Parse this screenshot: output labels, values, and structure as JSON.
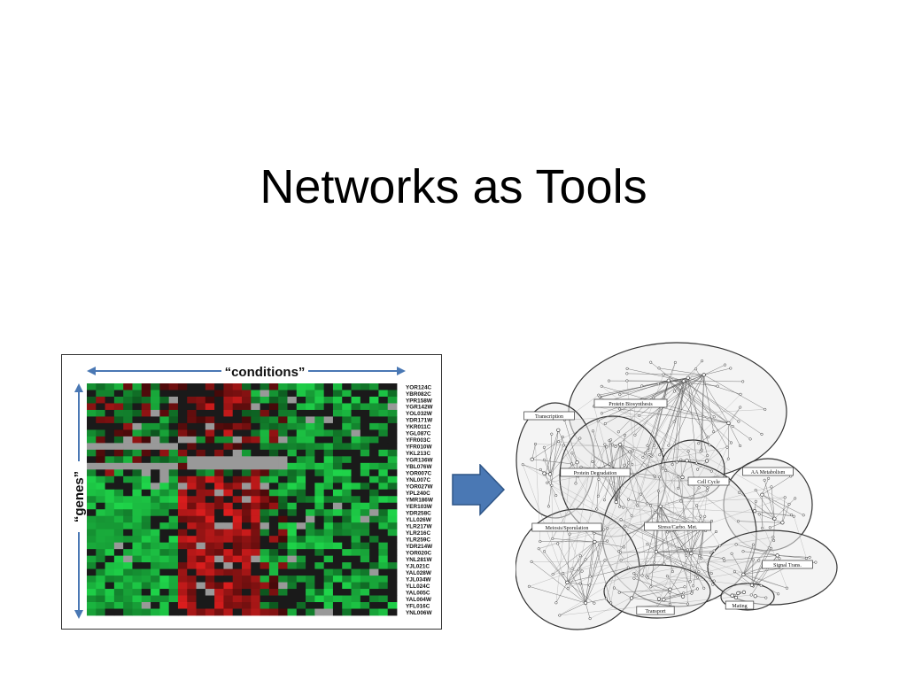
{
  "slide": {
    "title": "Networks as Tools"
  },
  "heatmap": {
    "x_label": "“conditions”",
    "y_label": "“genes”",
    "gene_labels": [
      "YOR124C",
      "YBR082C",
      "YPR158W",
      "YGR142W",
      "YOL032W",
      "YDR171W",
      "YKR011C",
      "YGL087C",
      "YFR003C",
      "YFR010W",
      "YKL213C",
      "YGR136W",
      "YBL076W",
      "YOR007C",
      "YNL007C",
      "YOR027W",
      "YPL240C",
      "YMR186W",
      "YER103W",
      "YDR258C",
      "YLL026W",
      "YLR217W",
      "YLR216C",
      "YLR259C",
      "YDR214W",
      "YOR020C",
      "YNL281W",
      "YJL021C",
      "YAL028W",
      "YJL034W",
      "YLL024C",
      "YAL005C",
      "YAL004W",
      "YFL016C",
      "YNL006W"
    ],
    "colors": {
      "up": "#e01e1e",
      "down": "#1fd54a",
      "missing": "#999999",
      "neutral": "#1a1a1a"
    }
  },
  "arrow": {
    "color": "#4a78b4",
    "stroke": "#2e5587"
  },
  "network": {
    "labels": [
      "Protein Biosynthesis",
      "Transcription",
      "Protein Degradation",
      "Cell Cycle",
      "AA Metabolism",
      "Stress/Carbo. Met.",
      "Meiosis/Sporulation",
      "Signal Trans.",
      "Transport",
      "Mating"
    ]
  }
}
